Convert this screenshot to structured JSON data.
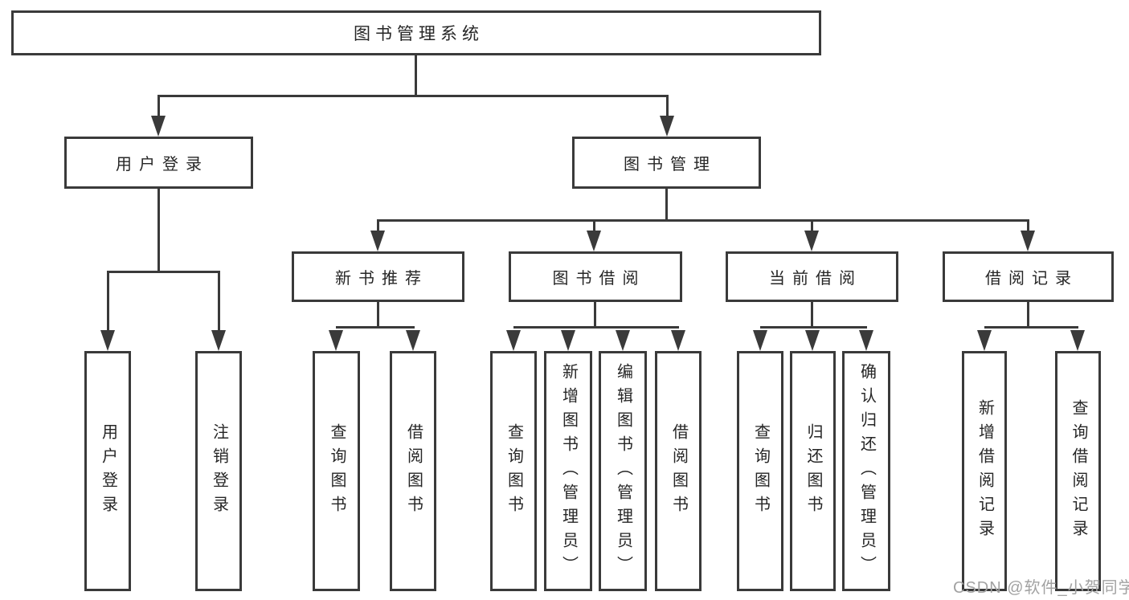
{
  "tree": {
    "root": "图书管理系统",
    "branches": [
      {
        "label": "用户登录",
        "leaves": [
          "用户登录",
          "注销登录"
        ]
      },
      {
        "label": "图书管理",
        "groups": [
          {
            "label": "新书推荐",
            "leaves": [
              "查询图书",
              "借阅图书"
            ]
          },
          {
            "label": "图书借阅",
            "leaves": [
              "查询图书",
              "新增图书（管理员）",
              "编辑图书（管理员）",
              "借阅图书"
            ]
          },
          {
            "label": "当前借阅",
            "leaves": [
              "查询图书",
              "归还图书",
              "确认归还（管理员）"
            ]
          },
          {
            "label": "借阅记录",
            "leaves": [
              "新增借阅记录",
              "查询借阅记录"
            ]
          }
        ]
      }
    ]
  },
  "watermark": "CSDN @软件_小贺同学",
  "colors": {
    "line": "#3a3a3a",
    "text": "#262626",
    "watermark": "#a2a2a2",
    "background": "#ffffff"
  }
}
